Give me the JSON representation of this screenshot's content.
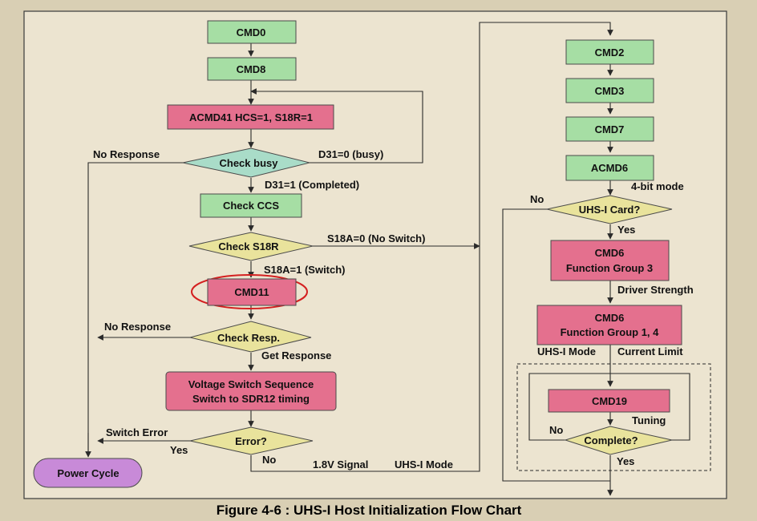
{
  "nodes": {
    "cmd0": "CMD0",
    "cmd8": "CMD8",
    "acmd41": "ACMD41 HCS=1, S18R=1",
    "check_busy": "Check busy",
    "check_ccs": "Check CCS",
    "check_s18r": "Check S18R",
    "cmd11": "CMD11",
    "check_resp": "Check Resp.",
    "voltage_switch_1": "Voltage Switch Sequence",
    "voltage_switch_2": "Switch to SDR12 timing",
    "error": "Error?",
    "power_cycle": "Power Cycle",
    "cmd2": "CMD2",
    "cmd3": "CMD3",
    "cmd7": "CMD7",
    "acmd6": "ACMD6",
    "uhs_card": "UHS-I Card?",
    "cmd6_fg3_1": "CMD6",
    "cmd6_fg3_2": "Function Group 3",
    "cmd6_fg14_1": "CMD6",
    "cmd6_fg14_2": "Function Group 1, 4",
    "cmd19": "CMD19",
    "complete": "Complete?"
  },
  "labels": {
    "no_response_1": "No Response",
    "d31_busy": "D31=0 (busy)",
    "d31_completed": "D31=1 (Completed)",
    "s18a_no_switch": "S18A=0 (No Switch)",
    "s18a_switch": "S18A=1 (Switch)",
    "no_response_2": "No Response",
    "get_response": "Get Response",
    "switch_error": "Switch Error",
    "yes_error": "Yes",
    "no_error": "No",
    "signal_18v": "1.8V Signal",
    "uhs_mode_bottom": "UHS-I Mode",
    "four_bit_mode": "4-bit mode",
    "no_uhs": "No",
    "yes_uhs": "Yes",
    "driver_strength": "Driver Strength",
    "uhs_mode": "UHS-I Mode",
    "current_limit": "Current Limit",
    "tuning": "Tuning",
    "no_complete": "No",
    "yes_complete": "Yes"
  },
  "caption": "Figure 4-6 : UHS-I Host Initialization Flow Chart",
  "colors": {
    "green": "#a6dea4",
    "pink": "#e4708e",
    "teal": "#a9dcc8",
    "yellow": "#e9e39c",
    "purple": "#c88ad8",
    "highlight": "#d42020"
  }
}
